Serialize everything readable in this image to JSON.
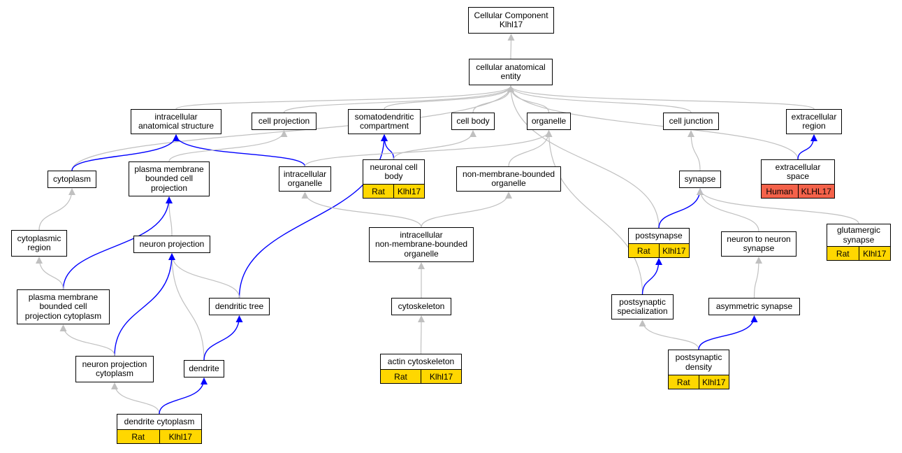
{
  "colors": {
    "edge_default": "#c0c0c0",
    "edge_highlight": "#0000ff",
    "tag_rat": "#ffd700",
    "tag_human": "#f4624a"
  },
  "nodes": {
    "cc_root": "Cellular Component\nKlhl17",
    "cae": "cellular anatomical\nentity",
    "ias": "intracellular\nanatomical structure",
    "cproj": "cell projection",
    "somato": "somatodendritic\ncompartment",
    "cbody": "cell body",
    "organelle": "organelle",
    "cjunc": "cell junction",
    "exreg": "extracellular\nregion",
    "cytoplasm": "cytoplasm",
    "pmbcp": "plasma membrane\nbounded cell\nprojection",
    "intorg": "intracellular\norganelle",
    "ncb": "neuronal cell\nbody",
    "nmbo": "non-membrane-bounded\norganelle",
    "synapse": "synapse",
    "exspace": "extracellular\nspace",
    "cytreg": "cytoplasmic\nregion",
    "nproj": "neuron projection",
    "inmbo": "intracellular\nnon-membrane-bounded\norganelle",
    "postsyn": "postsynapse",
    "n2n": "neuron to neuron\nsynapse",
    "glut": "glutamergic\nsynapse",
    "pmbcpc": "plasma membrane\nbounded cell\nprojection cytoplasm",
    "dtree": "dendritic tree",
    "cytosk": "cytoskeleton",
    "pspec": "postsynaptic\nspecialization",
    "asym": "asymmetric synapse",
    "npc": "neuron projection\ncytoplasm",
    "dendrite": "dendrite",
    "actin": "actin cytoskeleton",
    "psd": "postsynaptic\ndensity",
    "dcyto": "dendrite cytoplasm"
  },
  "annotations": {
    "ncb": [
      "Rat",
      "Klhl17"
    ],
    "exspace": [
      "Human",
      "KLHL17"
    ],
    "postsyn": [
      "Rat",
      "Klhl17"
    ],
    "glut": [
      "Rat",
      "Klhl17"
    ],
    "actin": [
      "Rat",
      "Klhl17"
    ],
    "psd": [
      "Rat",
      "Klhl17"
    ],
    "dcyto": [
      "Rat",
      "Klhl17"
    ]
  },
  "edges": [
    {
      "from": "cae",
      "to": "cc_root",
      "highlight": false
    },
    {
      "from": "ias",
      "to": "cae",
      "highlight": false
    },
    {
      "from": "cproj",
      "to": "cae",
      "highlight": false
    },
    {
      "from": "somato",
      "to": "cae",
      "highlight": false
    },
    {
      "from": "cbody",
      "to": "cae",
      "highlight": false
    },
    {
      "from": "organelle",
      "to": "cae",
      "highlight": false
    },
    {
      "from": "cjunc",
      "to": "cae",
      "highlight": false
    },
    {
      "from": "exreg",
      "to": "cae",
      "highlight": false
    },
    {
      "from": "cytoplasm",
      "to": "cae",
      "highlight": false
    },
    {
      "from": "postsyn",
      "to": "cae",
      "highlight": false
    },
    {
      "from": "exspace",
      "to": "cae",
      "highlight": false
    },
    {
      "from": "cytoplasm",
      "to": "ias",
      "highlight": true
    },
    {
      "from": "intorg",
      "to": "ias",
      "highlight": true
    },
    {
      "from": "pmbcp",
      "to": "cproj",
      "highlight": false
    },
    {
      "from": "ncb",
      "to": "somato",
      "highlight": true
    },
    {
      "from": "dtree",
      "to": "somato",
      "highlight": true
    },
    {
      "from": "ncb",
      "to": "cbody",
      "highlight": false
    },
    {
      "from": "intorg",
      "to": "organelle",
      "highlight": false
    },
    {
      "from": "nmbo",
      "to": "organelle",
      "highlight": false
    },
    {
      "from": "pspec",
      "to": "organelle",
      "highlight": false
    },
    {
      "from": "synapse",
      "to": "cjunc",
      "highlight": false
    },
    {
      "from": "exspace",
      "to": "exreg",
      "highlight": true
    },
    {
      "from": "cytreg",
      "to": "cytoplasm",
      "highlight": false
    },
    {
      "from": "nproj",
      "to": "pmbcp",
      "highlight": false
    },
    {
      "from": "pmbcpc",
      "to": "pmbcp",
      "highlight": true
    },
    {
      "from": "inmbo",
      "to": "intorg",
      "highlight": false
    },
    {
      "from": "inmbo",
      "to": "nmbo",
      "highlight": false
    },
    {
      "from": "postsyn",
      "to": "synapse",
      "highlight": true
    },
    {
      "from": "n2n",
      "to": "synapse",
      "highlight": false
    },
    {
      "from": "glut",
      "to": "synapse",
      "highlight": false
    },
    {
      "from": "pmbcpc",
      "to": "cytreg",
      "highlight": false
    },
    {
      "from": "dtree",
      "to": "nproj",
      "highlight": false
    },
    {
      "from": "dendrite",
      "to": "nproj",
      "highlight": false
    },
    {
      "from": "npc",
      "to": "nproj",
      "highlight": true
    },
    {
      "from": "cytosk",
      "to": "inmbo",
      "highlight": false
    },
    {
      "from": "pspec",
      "to": "postsyn",
      "highlight": true
    },
    {
      "from": "asym",
      "to": "n2n",
      "highlight": false
    },
    {
      "from": "npc",
      "to": "pmbcpc",
      "highlight": false
    },
    {
      "from": "dendrite",
      "to": "dtree",
      "highlight": true
    },
    {
      "from": "actin",
      "to": "cytosk",
      "highlight": false
    },
    {
      "from": "psd",
      "to": "pspec",
      "highlight": false
    },
    {
      "from": "psd",
      "to": "asym",
      "highlight": true
    },
    {
      "from": "dcyto",
      "to": "npc",
      "highlight": false
    },
    {
      "from": "dcyto",
      "to": "dendrite",
      "highlight": true
    }
  ]
}
